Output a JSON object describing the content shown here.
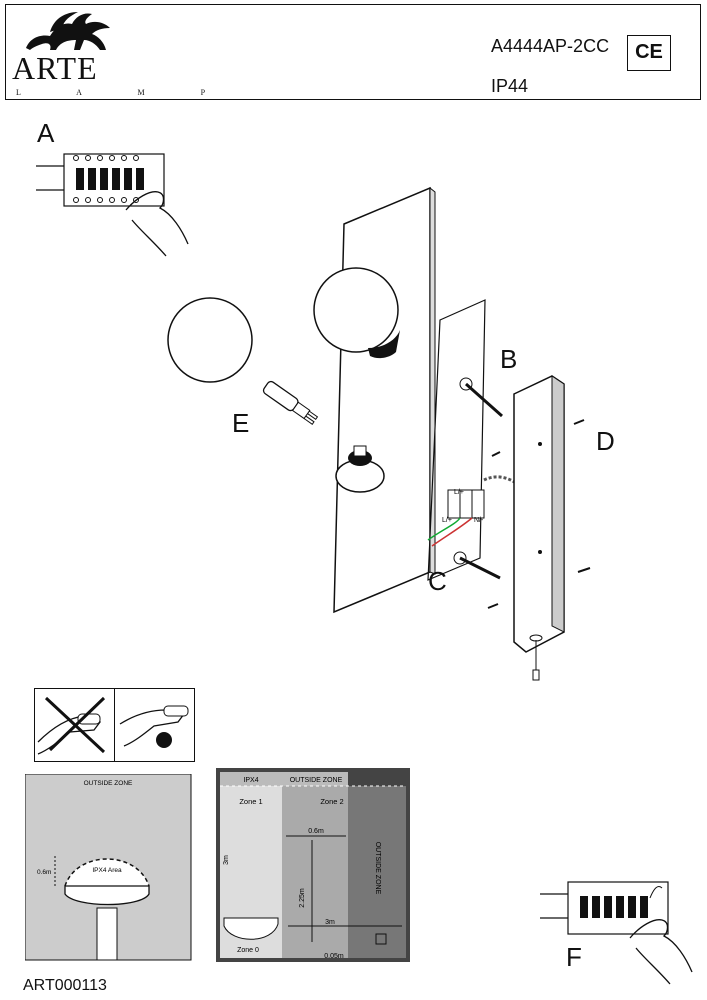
{
  "header": {
    "brand": "ARTE",
    "brand_sub": "L A M P",
    "model": "A4444AP-2CC",
    "protection": "IP44",
    "ce_mark": "CE"
  },
  "steps": {
    "a": "A",
    "b": "B",
    "c": "C",
    "d": "D",
    "e": "E",
    "f": "F"
  },
  "terminal_labels": {
    "l_plus_top": "L/+",
    "l_plus_bottom": "L/+",
    "n_minus": "N/-"
  },
  "zone_left": {
    "outside": "OUTSIDE ZONE",
    "area": "IPX4 Area",
    "height": "0.6m"
  },
  "zone_right": {
    "ipx4": "IPX4",
    "outside_top": "OUTSIDE ZONE",
    "zone1": "Zone 1",
    "zone2": "Zone 2",
    "zone0": "Zone 0",
    "outside_side": "OUTSIDE ZONE",
    "d_06": "0.6m",
    "d_3m_v": "3m",
    "d_225": "2.25m",
    "d_3m_h": "3m",
    "d_005": "0.05m"
  },
  "footer": {
    "code": "ART000113"
  }
}
